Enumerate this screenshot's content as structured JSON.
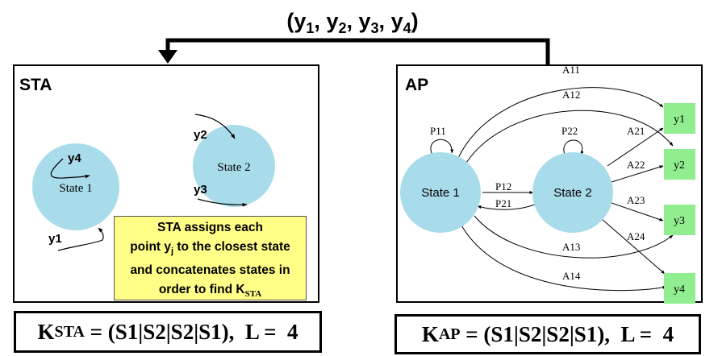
{
  "top_label": {
    "open": "(",
    "y": "y",
    "s1": "1",
    "s2": "2",
    "s3": "3",
    "s4": "4",
    "sep": ", ",
    "close": ")"
  },
  "sta_panel": {
    "title": "STA",
    "state1": "State 1",
    "state2": "State 2",
    "points": {
      "y1": "y1",
      "y2": "y2",
      "y3": "y3",
      "y4": "y4"
    },
    "note": {
      "line1": "STA assigns each",
      "line2_a": "point y",
      "line2_sub": "j",
      "line2_b": " to the closest state",
      "line3": "and concatenates states in",
      "line4_a": "order to find K",
      "line4_sub": "STA"
    }
  },
  "ap_panel": {
    "title": "AP",
    "state1": "State 1",
    "state2": "State 2",
    "transitions": {
      "p11": "P11",
      "p22": "P22",
      "p12": "P12",
      "p21": "P21"
    },
    "emissions": {
      "a11": "A11",
      "a12": "A12",
      "a13": "A13",
      "a14": "A14",
      "a21": "A21",
      "a22": "A22",
      "a23": "A23",
      "a24": "A24"
    },
    "outputs": {
      "y1": "y1",
      "y2": "y2",
      "y3": "y3",
      "y4": "y4"
    }
  },
  "results": {
    "sta": {
      "k": "K",
      "sub": "STA",
      "rest": " = (S1|S2|S2|S1),  L =  4"
    },
    "ap": {
      "k": "K",
      "sub": "AP",
      "rest": " = (S1|S2|S2|S1),  L =  4"
    }
  },
  "colors": {
    "state_fill": "#a8dcea",
    "output_fill": "#90ee90",
    "note_fill": "#ffff88"
  }
}
